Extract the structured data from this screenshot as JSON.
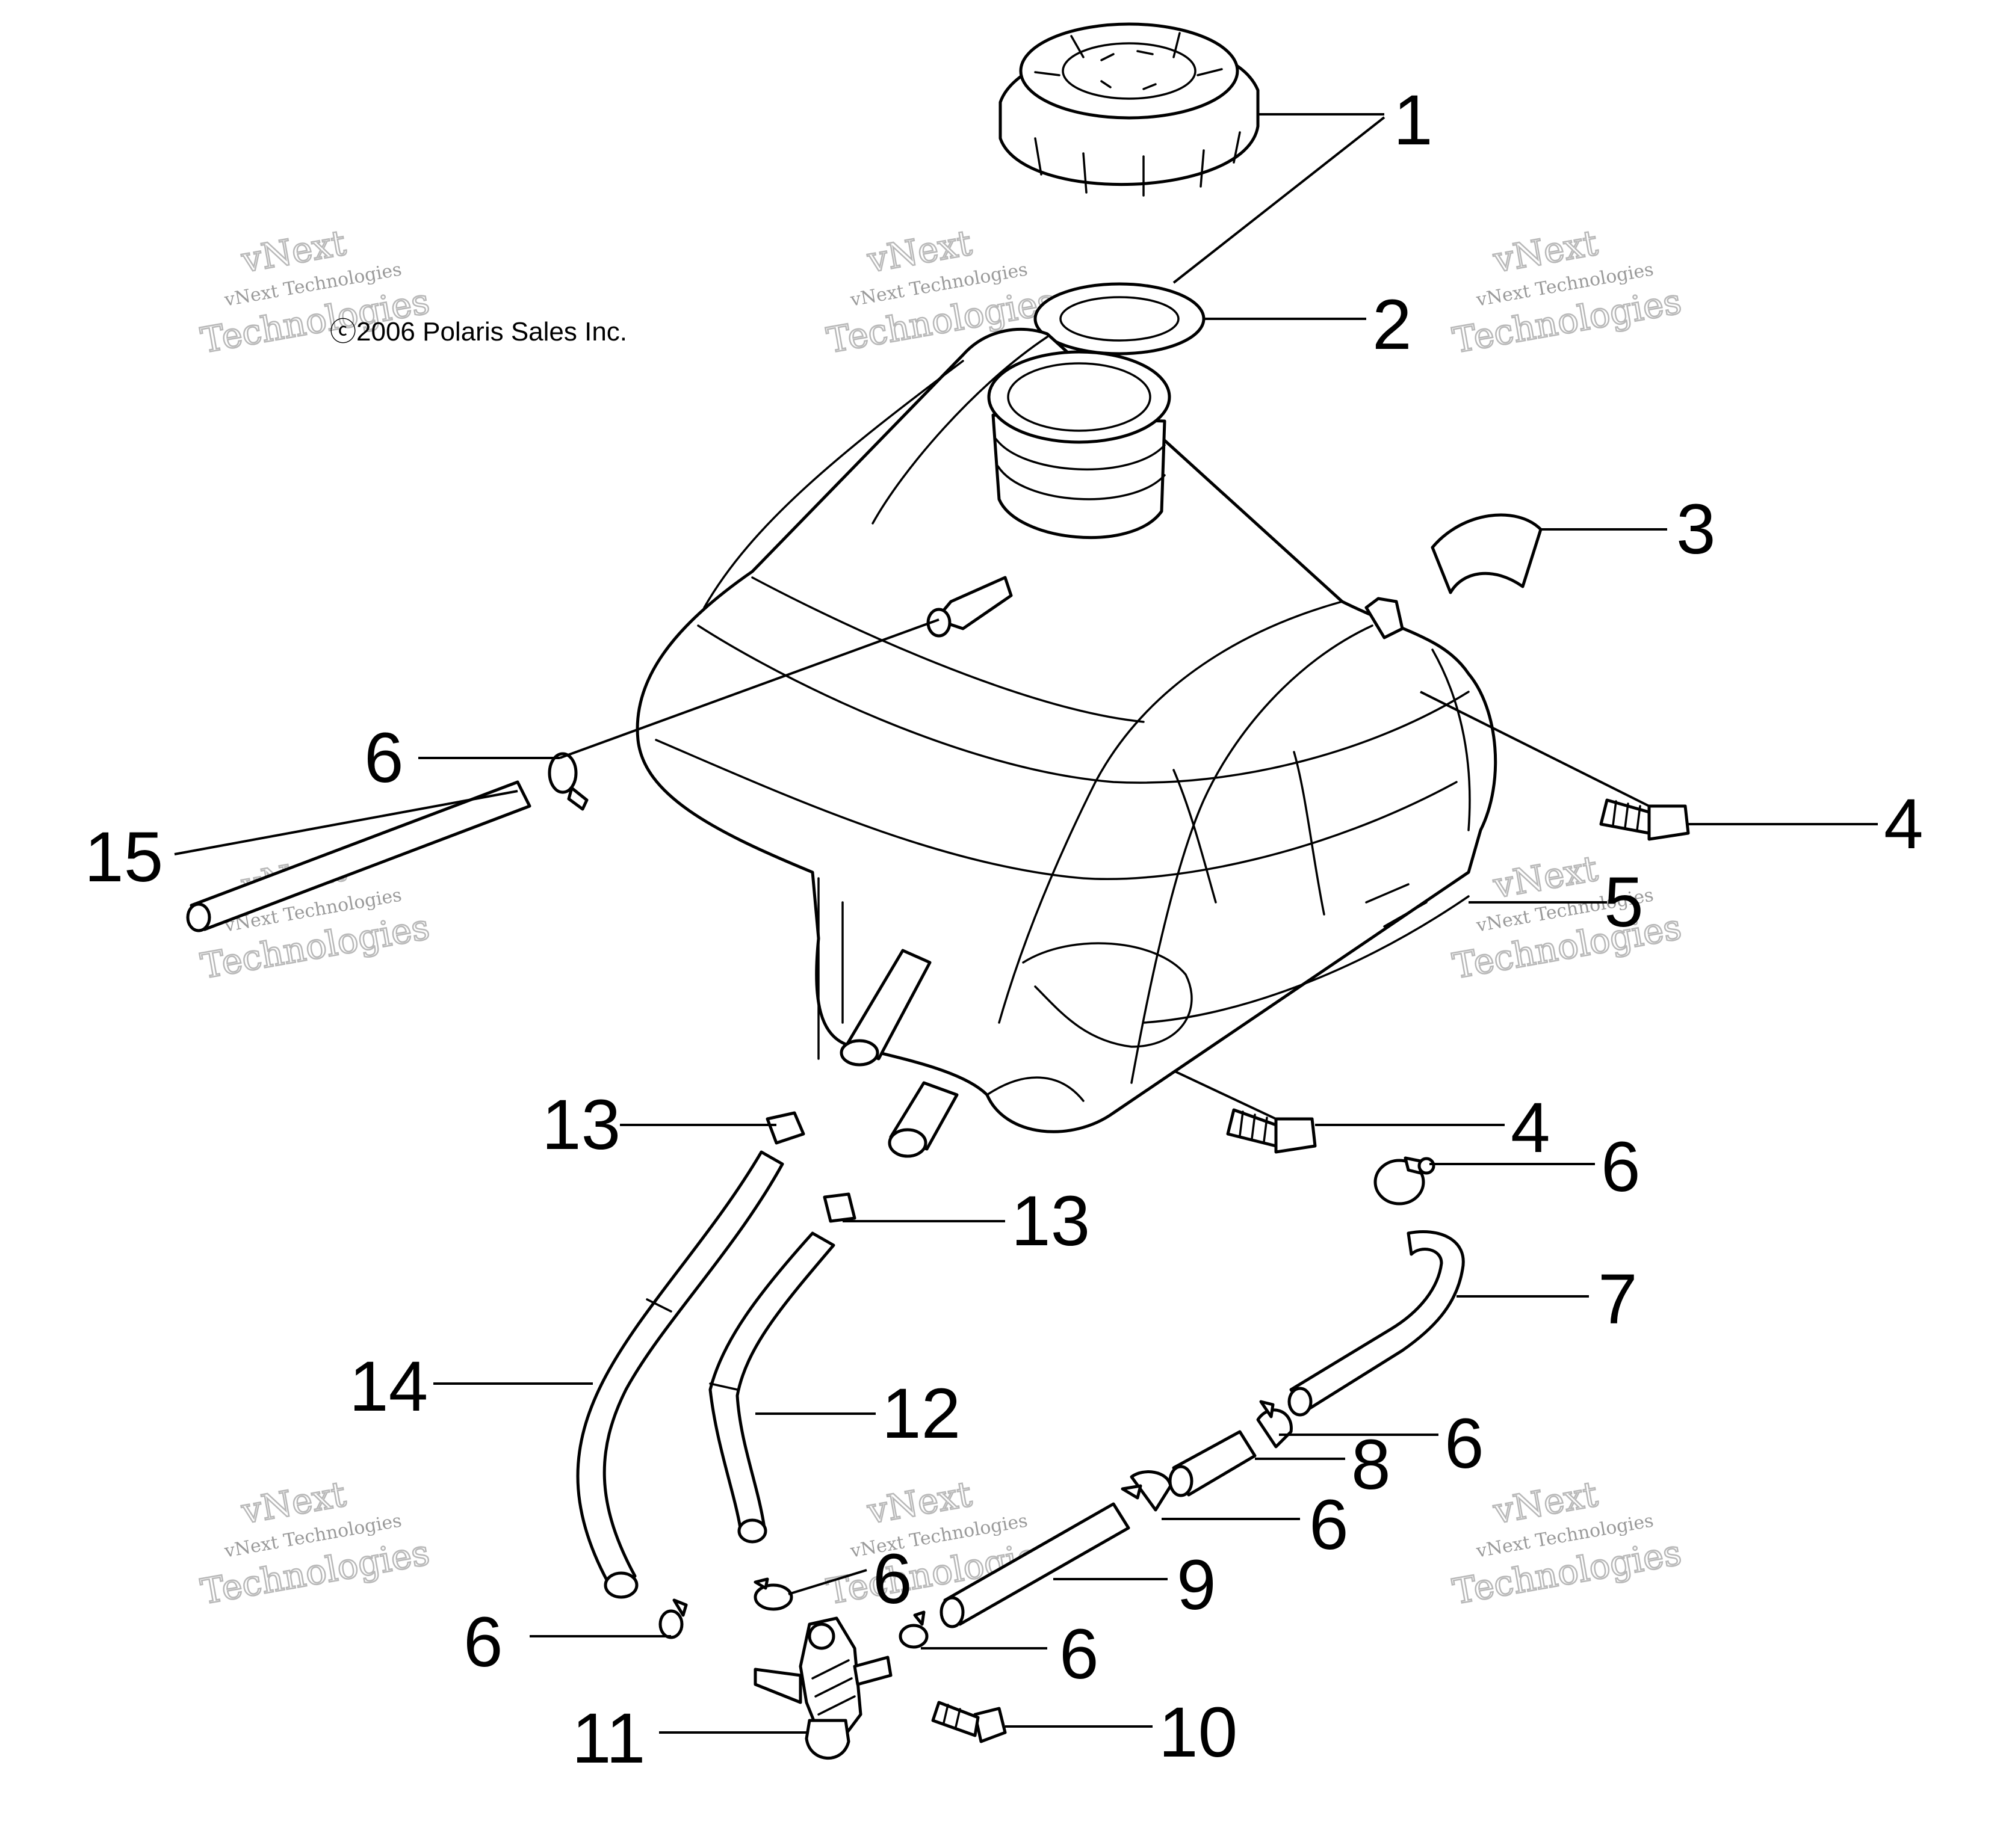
{
  "diagram": {
    "copyright": "ⓒ2006 Polaris Sales Inc.",
    "watermark": {
      "line1": "vNext",
      "line2": "vNext Technologies",
      "line3": "Technologies"
    },
    "callouts": [
      {
        "id": "c1",
        "label": "1"
      },
      {
        "id": "c2",
        "label": "2"
      },
      {
        "id": "c3",
        "label": "3"
      },
      {
        "id": "c4a",
        "label": "4"
      },
      {
        "id": "c4b",
        "label": "4"
      },
      {
        "id": "c5",
        "label": "5"
      },
      {
        "id": "c6a",
        "label": "6"
      },
      {
        "id": "c6b",
        "label": "6"
      },
      {
        "id": "c6c",
        "label": "6"
      },
      {
        "id": "c6d",
        "label": "6"
      },
      {
        "id": "c6e",
        "label": "6"
      },
      {
        "id": "c6f",
        "label": "6"
      },
      {
        "id": "c6g",
        "label": "6"
      },
      {
        "id": "c7",
        "label": "7"
      },
      {
        "id": "c8",
        "label": "8"
      },
      {
        "id": "c9",
        "label": "9"
      },
      {
        "id": "c10",
        "label": "10"
      },
      {
        "id": "c11",
        "label": "11"
      },
      {
        "id": "c12",
        "label": "12"
      },
      {
        "id": "c13a",
        "label": "13"
      },
      {
        "id": "c13b",
        "label": "13"
      },
      {
        "id": "c14",
        "label": "14"
      },
      {
        "id": "c15",
        "label": "15"
      }
    ]
  }
}
